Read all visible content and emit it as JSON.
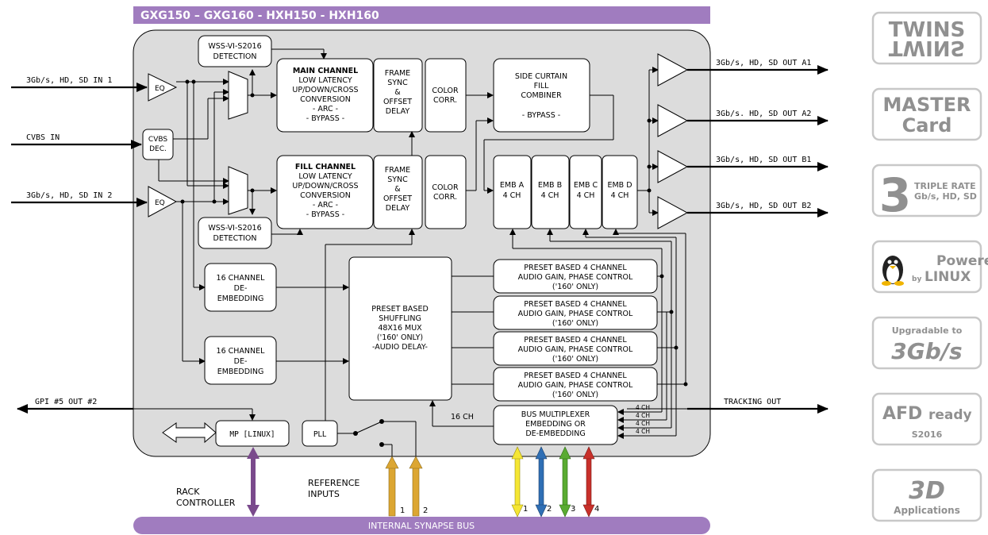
{
  "header": {
    "title": "GXG150 – GXG160 - HXH150 - HXH160",
    "band_color": "#a07cbf"
  },
  "bus": {
    "label": "INTERNAL SYNAPSE BUS",
    "color": "#a07cbf"
  },
  "inputs": {
    "sdi_in_1": "3Gb/s, HD, SD IN 1",
    "cvbs_in": "CVBS IN",
    "sdi_in_2": "3Gb/s, HD, SD IN 2",
    "gpi": "GPI #5 OUT #2"
  },
  "outputs": {
    "a1": "3Gb/s, HD, SD OUT A1",
    "a2": "3Gb/s. HD, SD OUT A2",
    "b1": "3Gb/s, HD, SD OUT B1",
    "b2": "3Gb/s, HD, SD OUT B2",
    "tracking": "TRACKING OUT"
  },
  "blocks": {
    "eq": "EQ",
    "cvbs_dec": [
      "CVBS",
      "DEC."
    ],
    "wss_top": [
      "WSS-VI-S2016",
      "DETECTION"
    ],
    "wss_bottom": [
      "WSS-VI-S2016",
      "DETECTION"
    ],
    "main_channel": {
      "title": "MAIN CHANNEL",
      "lines": [
        "LOW LATENCY",
        "UP/DOWN/CROSS",
        "CONVERSION",
        "- ARC -",
        "- BYPASS -"
      ]
    },
    "fill_channel": {
      "title": "FILL CHANNEL",
      "lines": [
        "LOW LATENCY",
        "UP/DOWN/CROSS",
        "CONVERSION",
        "- ARC -",
        "- BYPASS -"
      ]
    },
    "frame_sync": [
      "FRAME",
      "SYNC",
      "&",
      "OFFSET",
      "DELAY"
    ],
    "color_corr": [
      "COLOR",
      "CORR."
    ],
    "side_curtain": [
      "SIDE CURTAIN",
      "FILL",
      "COMBINER",
      "",
      "- BYPASS -"
    ],
    "emb": [
      [
        "EMB A",
        "4 CH"
      ],
      [
        "EMB B",
        "4 CH"
      ],
      [
        "EMB C",
        "4 CH"
      ],
      [
        "EMB D",
        "4 CH"
      ]
    ],
    "deembed": [
      "16 CHANNEL",
      "DE-",
      "EMBEDDING"
    ],
    "shuffling": [
      "PRESET BASED",
      "SHUFFLING",
      "48X16 MUX",
      "('160' ONLY)",
      "-AUDIO DELAY-"
    ],
    "audio_gain": [
      [
        "PRESET BASED 4 CHANNEL",
        "AUDIO GAIN, PHASE CONTROL",
        "('160' ONLY)"
      ],
      [
        "PRESET BASED 4 CHANNEL",
        "AUDIO GAIN, PHASE CONTROL",
        "('160' ONLY)"
      ],
      [
        "PRESET BASED 4 CHANNEL",
        "AUDIO GAIN, PHASE CONTROL",
        "('160' ONLY)"
      ],
      [
        "PRESET BASED 4 CHANNEL",
        "AUDIO GAIN, PHASE  CONTROL",
        "('160' ONLY)"
      ]
    ],
    "bus_mux": [
      "BUS MULTIPLEXER",
      "EMBEDDING OR",
      "DE-EMBEDDING"
    ],
    "mp": "MP [LINUX]",
    "pll": "PLL",
    "ch16": "16 CH",
    "ch4": "4 CH"
  },
  "labels": {
    "rack": [
      "RACK",
      "CONTROLLER"
    ],
    "reference": [
      "REFERENCE",
      "INPUTS"
    ],
    "ref_nums": [
      "1",
      "2"
    ],
    "bus_nums": [
      "1",
      "2",
      "3",
      "4"
    ]
  },
  "bus_arrow_colors": [
    "#f5e634",
    "#2f6fb5",
    "#5aab32",
    "#c8302a"
  ],
  "ref_arrow_color": "#dca632",
  "rack_arrow_color": "#7a4a8c",
  "badges": [
    {
      "name": "twins",
      "line1": "TWINS",
      "line2": "TWINS"
    },
    {
      "name": "master-card",
      "line1": "MASTER",
      "line2": "Card"
    },
    {
      "name": "triple-rate",
      "digit": "3",
      "line1": "TRIPLE RATE",
      "line2": "Gb/s, HD, SD"
    },
    {
      "name": "powered-linux",
      "line1": "Powered",
      "small": "by",
      "line2": "LINUX"
    },
    {
      "name": "upgradable",
      "line1": "Upgradable to",
      "line2": "3Gb/s"
    },
    {
      "name": "afd-ready",
      "line1": "AFD",
      "line1b": "ready",
      "line2": "S2016"
    },
    {
      "name": "3d-apps",
      "line1": "3D",
      "line2": "Applications"
    }
  ]
}
